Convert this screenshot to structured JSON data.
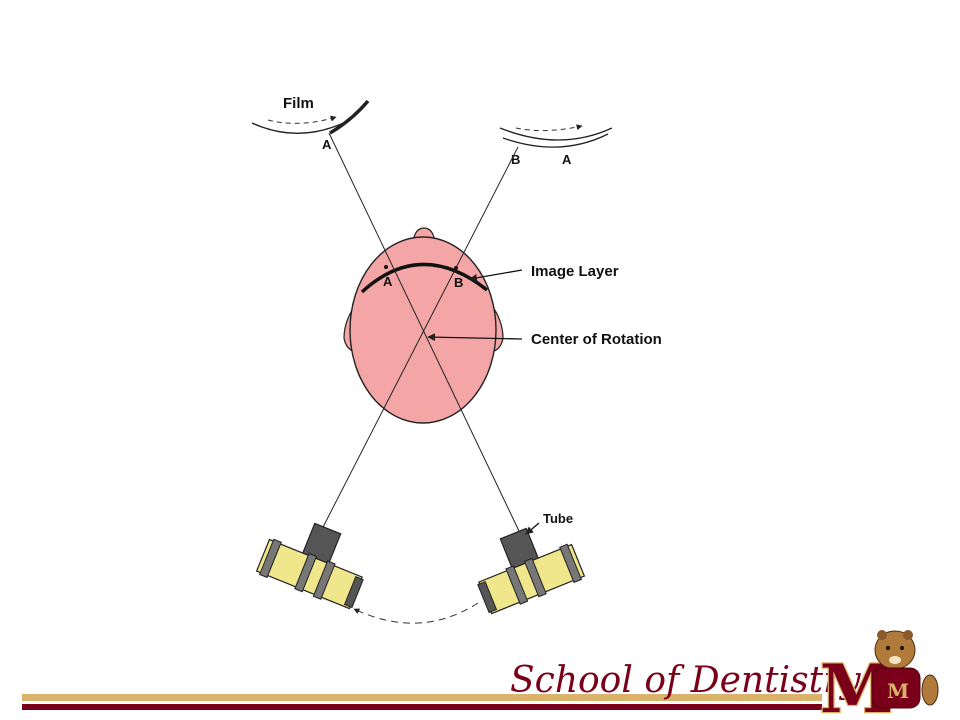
{
  "diagram": {
    "labels": {
      "film": "Film",
      "film_left_a": "A",
      "film_right_b": "B",
      "film_right_a": "A",
      "head_a": "A",
      "head_b": "B",
      "image_layer": "Image Layer",
      "center_of_rotation": "Center of Rotation",
      "tube": "Tube"
    },
    "colors": {
      "head_fill": "#f4a6a6",
      "tube_body": "#f0e68c",
      "tube_head": "#555555",
      "line": "#000000"
    }
  },
  "footer": {
    "brand": "School of Dentistry",
    "logo_letter": "M",
    "colors": {
      "maroon": "#7a0019",
      "gold": "#d9b36b"
    }
  }
}
